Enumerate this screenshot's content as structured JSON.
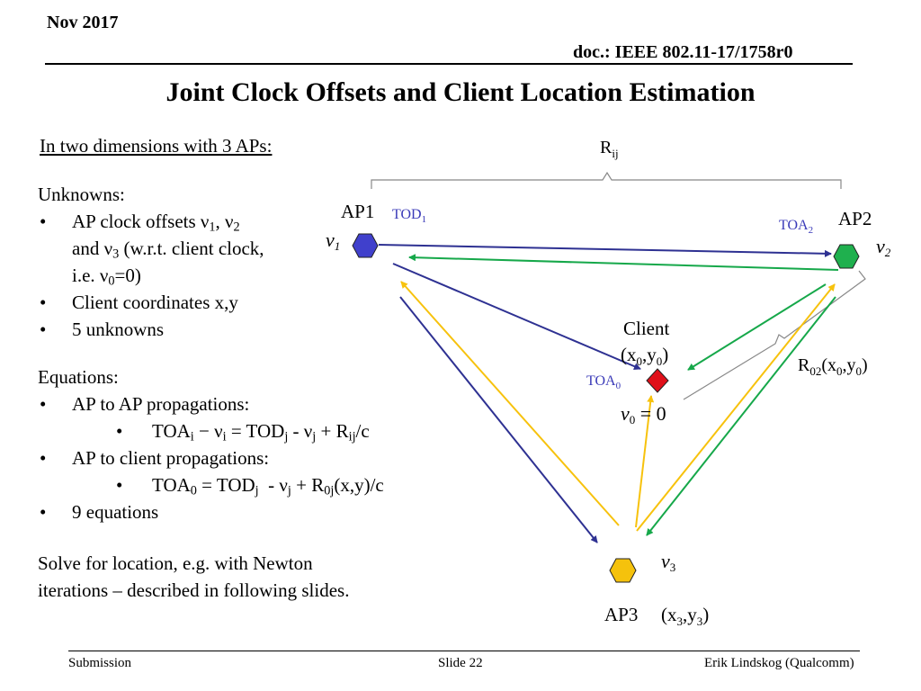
{
  "header": {
    "date": "Nov 2017",
    "doc_id": "doc.: IEEE 802.11-17/1758r0"
  },
  "slide": {
    "title": "Joint Clock Offsets and Client Location Estimation",
    "intro": "In two dimensions with 3 APs:",
    "unknowns_heading": "Unknowns:",
    "unknowns_item2": "Client coordinates x,y",
    "unknowns_item3": "5 unknowns",
    "equations_heading": "Equations:",
    "eq_ap_to_ap": "AP to AP propagations:",
    "eq_ap_to_client": "AP to client propagations:",
    "eq_count": "9 equations",
    "solve_line1": "Solve for location, e.g. with Newton",
    "solve_line2": "iterations – described in following slides."
  },
  "diagram": {
    "ap1_label": "AP1",
    "ap2_label": "AP2",
    "ap3_label": "AP3",
    "ap3_coords": "(x3,y3)",
    "client_label": "Client",
    "client_coords": "(x0,y0)",
    "tod1_label": "TOD1",
    "toa2_label": "TOA2",
    "toa0_label": "TOA0",
    "r02_label": "R02(x0,y0)",
    "rij_label": "Rij",
    "nu0_eq": "ν0 = 0",
    "colors": {
      "ap1": "#4040cc",
      "ap2": "#1fb04e",
      "ap3": "#f5c20c",
      "client": "#e0101a",
      "arrow_blue": "#2e3192",
      "arrow_green": "#16a84a",
      "arrow_yellow": "#f7c20d"
    }
  },
  "footer": {
    "left": "Submission",
    "center": "Slide 22",
    "right": "Erik Lindskog (Qualcomm)"
  }
}
